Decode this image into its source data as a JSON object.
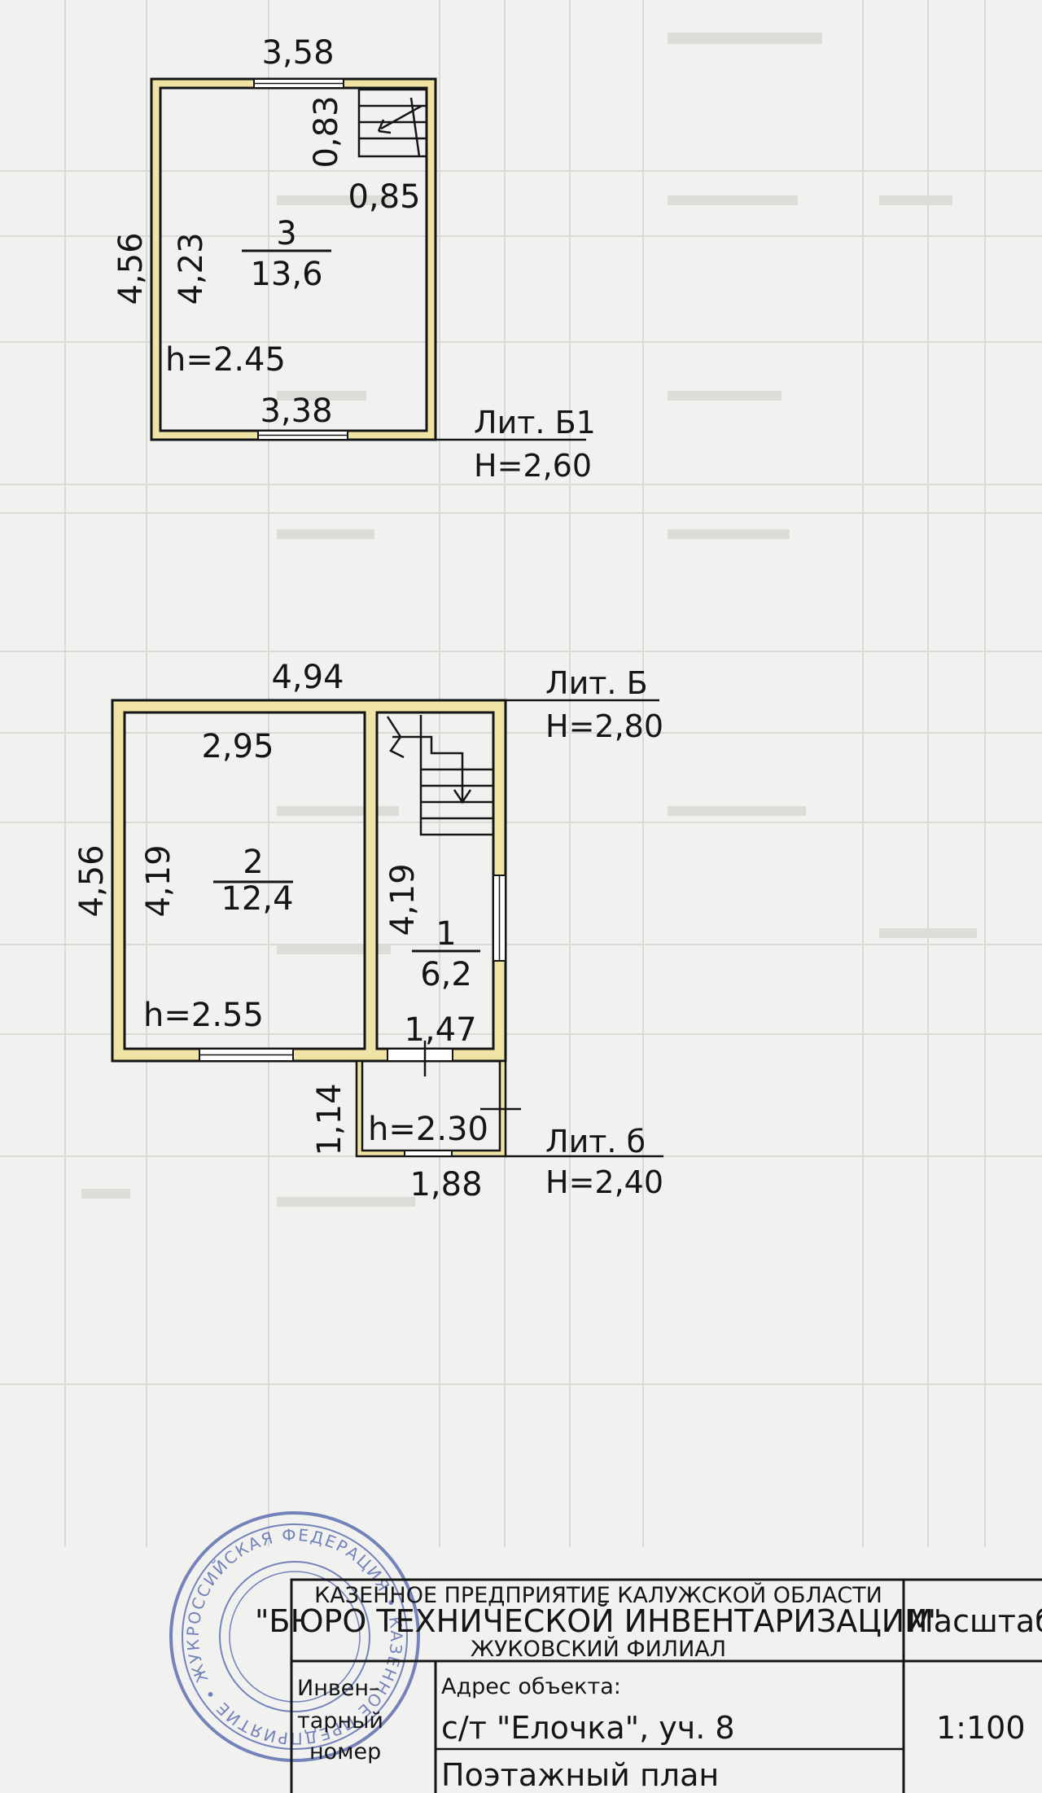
{
  "floor2": {
    "width_top": "3,58",
    "width_bottom": "3,38",
    "outer_length": "4,56",
    "inner_length": "4,23",
    "stair_length": "0,83",
    "stair_width": "0,85",
    "room_no": "3",
    "room_area": "13,6",
    "height": "h=2.45",
    "lit_label": "Лит. Б1",
    "lit_height": "H=2,60"
  },
  "floor1": {
    "width_top": "4,94",
    "outer_length": "4,56",
    "room2_length": "4,19",
    "room2_width": "2,95",
    "room2_no": "2",
    "room2_area": "12,4",
    "room2_height": "h=2.55",
    "room1_length": "4,19",
    "room1_no": "1",
    "room1_area": "6,2",
    "room1_width": "1,47",
    "lit_label": "Лит. Б",
    "lit_height": "H=2,80"
  },
  "porch": {
    "depth": "1,14",
    "width": "1,88",
    "height": "h=2.30",
    "lit_label": "Лит. б",
    "lit_height": "H=2,40"
  },
  "stamp": {
    "seal_text": "РОССИЙСКАЯ ФЕДЕРАЦИЯ • КАЗЕННОЕ ПРЕДПРИЯТИЕ • ЖУКОВСКИЙ ФИЛИАЛ"
  },
  "title_block": {
    "org_line1": "КАЗЕННОЕ ПРЕДПРИЯТИЕ КАЛУЖСКОЙ ОБЛАСТИ",
    "org_line2": "\"БЮРО ТЕХНИЧЕСКОЙ ИНВЕНТАРИЗАЦИИ\"",
    "org_line3": "ЖУКОВСКИЙ ФИЛИАЛ",
    "scale_label": "Масштаб",
    "inv_line1": "Инвен–",
    "inv_line2": "тарный",
    "inv_line3": "номер",
    "address_label": "Адрес объекта:",
    "address_value": "с/т \"Елочка\", уч. 8",
    "plan_type": "Поэтажный план",
    "scale_value": "1:100"
  },
  "colors": {
    "wall_fill": "#f0e3a6",
    "line": "#151515",
    "seal": "#4a5fa8",
    "ghost": "#d6d6d4"
  }
}
